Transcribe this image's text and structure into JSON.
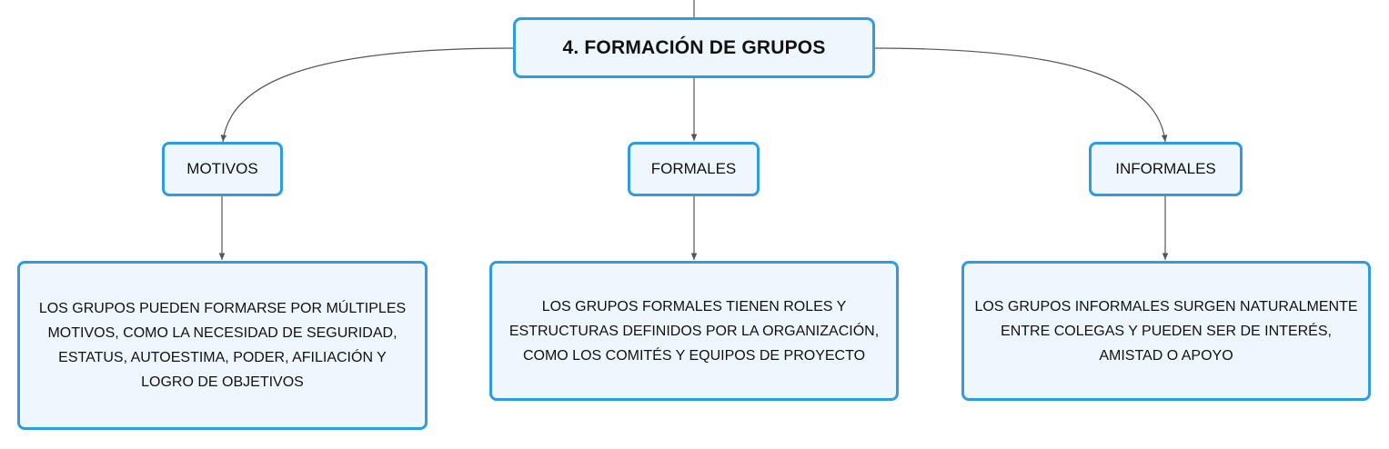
{
  "diagram": {
    "root": {
      "label": "4. FORMACIÓN DE GRUPOS"
    },
    "branches": [
      {
        "label": "MOTIVOS",
        "detail": "LOS GRUPOS PUEDEN FORMARSE POR MÚLTIPLES MOTIVOS, COMO LA NECESIDAD DE SEGURIDAD, ESTATUS, AUTOESTIMA, PODER, AFILIACIÓN Y LOGRO DE OBJETIVOS"
      },
      {
        "label": "FORMALES",
        "detail": "LOS GRUPOS FORMALES TIENEN ROLES Y ESTRUCTURAS DEFINIDOS POR LA ORGANIZACIÓN, COMO LOS COMITÉS Y EQUIPOS DE PROYECTO"
      },
      {
        "label": "INFORMALES",
        "detail": "LOS GRUPOS INFORMALES SURGEN NATURALMENTE ENTRE COLEGAS Y PUEDEN SER DE INTERÉS, AMISTAD O APOYO"
      }
    ]
  },
  "colors": {
    "node_border": "#2f9be2",
    "node_fill": "#eef7fd",
    "connector": "#555555",
    "text": "#111111"
  }
}
